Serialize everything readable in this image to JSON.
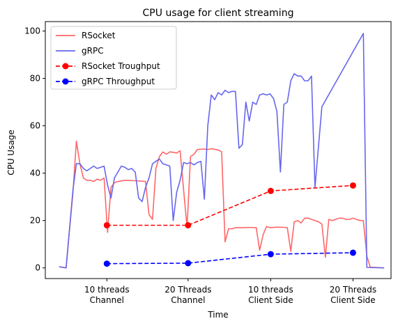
{
  "chart_data": {
    "type": "line",
    "title": "CPU usage for client streaming",
    "xlabel": "Time",
    "ylabel": "CPU Usage",
    "ylim": [
      -4.5,
      104
    ],
    "xlim": [
      0,
      100
    ],
    "yticks": [
      0,
      20,
      40,
      60,
      80,
      100
    ],
    "x_categories": [
      {
        "label": [
          "10 threads",
          "Channel"
        ],
        "x": 17.8
      },
      {
        "label": [
          "20 Threads",
          "Channel"
        ],
        "x": 41.3
      },
      {
        "label": [
          "10 threads",
          "Client Side"
        ],
        "x": 65.2
      },
      {
        "label": [
          "20 Threads",
          "Client Side"
        ],
        "x": 89.0
      }
    ],
    "grid": false,
    "legend_position": "top-left",
    "series": [
      {
        "name": "RSocket",
        "color": "#ff6666",
        "style": "solid",
        "points": [
          [
            4,
            0.5
          ],
          [
            6,
            0
          ],
          [
            8,
            32
          ],
          [
            9,
            53.5
          ],
          [
            10,
            44
          ],
          [
            11,
            38
          ],
          [
            12,
            37
          ],
          [
            13,
            37
          ],
          [
            14,
            36.5
          ],
          [
            15,
            37.5
          ],
          [
            16,
            37
          ],
          [
            17,
            38
          ],
          [
            18,
            15
          ],
          [
            19,
            34
          ],
          [
            20,
            36
          ],
          [
            21,
            36.5
          ],
          [
            23,
            37
          ],
          [
            26,
            36.8
          ],
          [
            29,
            36.5
          ],
          [
            30,
            22.5
          ],
          [
            31,
            20.5
          ],
          [
            32,
            42
          ],
          [
            33,
            47
          ],
          [
            34,
            49
          ],
          [
            35,
            48
          ],
          [
            36,
            49
          ],
          [
            37,
            48.8
          ],
          [
            38,
            48.5
          ],
          [
            39,
            49.5
          ],
          [
            40,
            33
          ],
          [
            41,
            17
          ],
          [
            42,
            47
          ],
          [
            43,
            48
          ],
          [
            44,
            50
          ],
          [
            46,
            50.2
          ],
          [
            47,
            50
          ],
          [
            48,
            50.3
          ],
          [
            50,
            49.8
          ],
          [
            51,
            49
          ],
          [
            52,
            11
          ],
          [
            53,
            16.5
          ],
          [
            54,
            16.5
          ],
          [
            55,
            17
          ],
          [
            57,
            17
          ],
          [
            59,
            17.1
          ],
          [
            61,
            17
          ],
          [
            62,
            7.5
          ],
          [
            63,
            14
          ],
          [
            64,
            17.5
          ],
          [
            65,
            17
          ],
          [
            67,
            17.2
          ],
          [
            69,
            17.1
          ],
          [
            70,
            17
          ],
          [
            71,
            7
          ],
          [
            72,
            19.5
          ],
          [
            73,
            20
          ],
          [
            74,
            19
          ],
          [
            75,
            21
          ],
          [
            76,
            21
          ],
          [
            77,
            20.5
          ],
          [
            78,
            20
          ],
          [
            79,
            19.5
          ],
          [
            80,
            18.5
          ],
          [
            81,
            4.5
          ],
          [
            82,
            20.5
          ],
          [
            83,
            20
          ],
          [
            84,
            20.5
          ],
          [
            85,
            21
          ],
          [
            86,
            21
          ],
          [
            87,
            20.5
          ],
          [
            88,
            20.5
          ],
          [
            89,
            21
          ],
          [
            90,
            20.5
          ],
          [
            91,
            20
          ],
          [
            92,
            20
          ],
          [
            93,
            5
          ],
          [
            94,
            0.3
          ],
          [
            98,
            0
          ]
        ]
      },
      {
        "name": "gRPC",
        "color": "#6666ee",
        "style": "solid",
        "points": [
          [
            4,
            0.5
          ],
          [
            6,
            0
          ],
          [
            8,
            33
          ],
          [
            9,
            44
          ],
          [
            10,
            44
          ],
          [
            11,
            42
          ],
          [
            12,
            41
          ],
          [
            13,
            42
          ],
          [
            14,
            43
          ],
          [
            15,
            42
          ],
          [
            16,
            42.5
          ],
          [
            17,
            43
          ],
          [
            18,
            35
          ],
          [
            19,
            29.5
          ],
          [
            20,
            38
          ],
          [
            21,
            40.5
          ],
          [
            22,
            43
          ],
          [
            23,
            42.5
          ],
          [
            24,
            41.5
          ],
          [
            25,
            42
          ],
          [
            26,
            40.5
          ],
          [
            27,
            29.5
          ],
          [
            28,
            28
          ],
          [
            29,
            34
          ],
          [
            30,
            38
          ],
          [
            31,
            44
          ],
          [
            32,
            45
          ],
          [
            33,
            46
          ],
          [
            34,
            44
          ],
          [
            35,
            43.5
          ],
          [
            36,
            43
          ],
          [
            37,
            20
          ],
          [
            38,
            32
          ],
          [
            39,
            37
          ],
          [
            40,
            44.5
          ],
          [
            41,
            44
          ],
          [
            42,
            44.5
          ],
          [
            43,
            43.5
          ],
          [
            44,
            44.5
          ],
          [
            45,
            45
          ],
          [
            46,
            29
          ],
          [
            47,
            60
          ],
          [
            48,
            73
          ],
          [
            49,
            71
          ],
          [
            50,
            74
          ],
          [
            51,
            73
          ],
          [
            52,
            75
          ],
          [
            53,
            74
          ],
          [
            54,
            74.5
          ],
          [
            55,
            74.5
          ],
          [
            56,
            50.5
          ],
          [
            57,
            52
          ],
          [
            58,
            70
          ],
          [
            59,
            62
          ],
          [
            60,
            70
          ],
          [
            61,
            69
          ],
          [
            62,
            73
          ],
          [
            63,
            73.5
          ],
          [
            64,
            73
          ],
          [
            65,
            73.5
          ],
          [
            66,
            71.5
          ],
          [
            67,
            66
          ],
          [
            68,
            40.5
          ],
          [
            69,
            69
          ],
          [
            70,
            70
          ],
          [
            71,
            79
          ],
          [
            72,
            82
          ],
          [
            73,
            81
          ],
          [
            74,
            81
          ],
          [
            75,
            79
          ],
          [
            76,
            79
          ],
          [
            77,
            81
          ],
          [
            78,
            34
          ],
          [
            80,
            68
          ],
          [
            92,
            99
          ],
          [
            93,
            0.2
          ],
          [
            98,
            0
          ]
        ]
      },
      {
        "name": "RSocket Troughput",
        "color": "#ff0000",
        "style": "dashed",
        "points": [
          [
            17.8,
            18
          ],
          [
            41.3,
            18
          ],
          [
            65.2,
            32.5
          ],
          [
            89.0,
            34.8
          ]
        ]
      },
      {
        "name": "gRPC Throughput",
        "color": "#0000ff",
        "style": "dashed",
        "points": [
          [
            17.8,
            1.8
          ],
          [
            41.3,
            2.0
          ],
          [
            65.2,
            5.8
          ],
          [
            89.0,
            6.4
          ]
        ]
      }
    ]
  }
}
